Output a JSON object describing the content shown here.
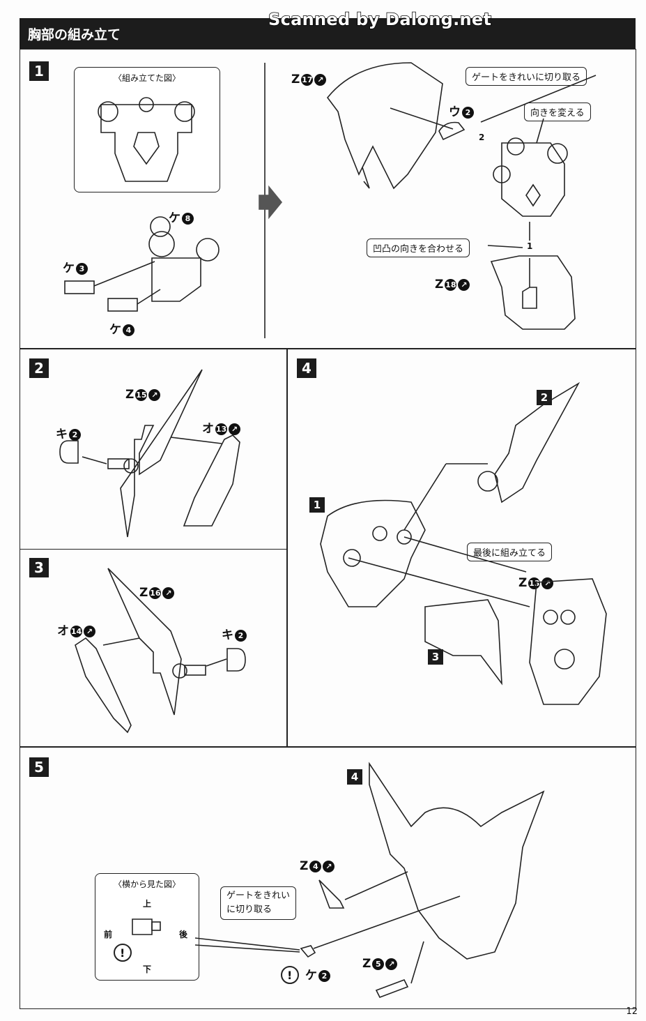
{
  "header": {
    "title": "胸部の組み立て",
    "watermark": "Scanned by Dalong.net"
  },
  "steps": [
    {
      "number": "1"
    },
    {
      "number": "2"
    },
    {
      "number": "3"
    },
    {
      "number": "4"
    },
    {
      "number": "5"
    }
  ],
  "step1": {
    "inset_caption": "〈組み立てた図〉",
    "parts": [
      {
        "letter": "ケ",
        "num": "8"
      },
      {
        "letter": "ケ",
        "num": "3"
      },
      {
        "letter": "ケ",
        "num": "4"
      },
      {
        "letter": "Z",
        "num": "17"
      },
      {
        "letter": "ウ",
        "num": "2"
      },
      {
        "letter": "Z",
        "num": "18"
      }
    ],
    "callouts": [
      "ゲートをきれいに切り取る",
      "向きを変える",
      "凹凸の向きを合わせる"
    ],
    "markers": [
      "1",
      "2"
    ]
  },
  "step2": {
    "parts": [
      {
        "letter": "Z",
        "num": "15"
      },
      {
        "letter": "キ",
        "num": "2"
      },
      {
        "letter": "オ",
        "num": "13"
      }
    ]
  },
  "step3": {
    "parts": [
      {
        "letter": "Z",
        "num": "16"
      },
      {
        "letter": "オ",
        "num": "14"
      },
      {
        "letter": "キ",
        "num": "2"
      }
    ]
  },
  "step4": {
    "tags": [
      "2",
      "1",
      "3"
    ],
    "callout": "最後に組み立てる",
    "parts": [
      {
        "letter": "Z",
        "num": "13"
      }
    ]
  },
  "step5": {
    "tag": "4",
    "inset_caption": "〈横から見た図〉",
    "directions": {
      "up": "上",
      "down": "下",
      "front": "前",
      "back": "後"
    },
    "callout_line1": "ゲートをきれい",
    "callout_line2": "に切り取る",
    "parts": [
      {
        "letter": "Z",
        "num": "4"
      },
      {
        "letter": "Z",
        "num": "5"
      },
      {
        "letter": "ケ",
        "num": "2"
      }
    ],
    "warning_symbol": "!"
  },
  "page_number": "12"
}
